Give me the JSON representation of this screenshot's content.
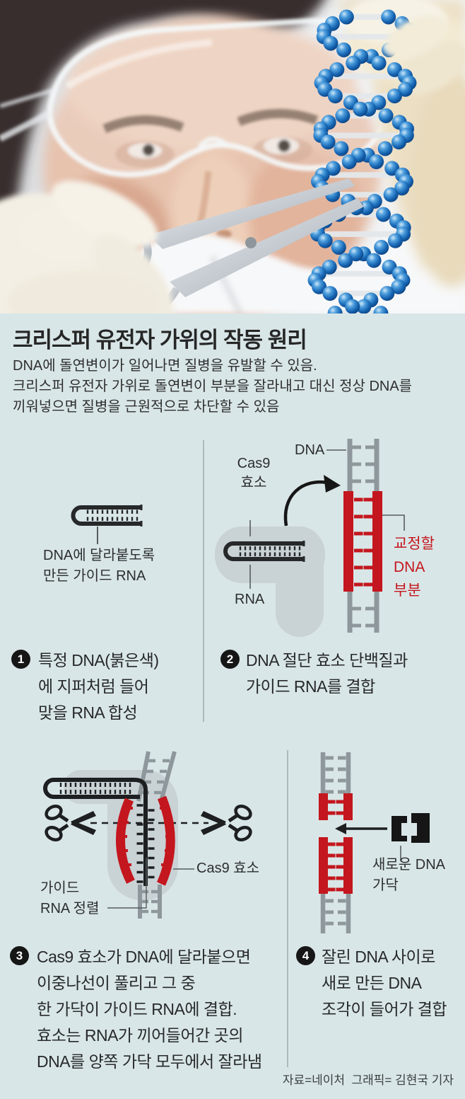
{
  "header": {
    "title": "크리스퍼 유전자 가위의 작동 원리",
    "subtitle": [
      "DNA에 돌연변이가 일어나면 질병을 유발할 수 있음.",
      "크리스퍼 유전자 가위로 돌연변이 부분을 잘라내고 대신 정상 DNA를",
      "끼워넣으면 질병을 근원적으로 차단할 수 있음"
    ]
  },
  "steps": {
    "s1": {
      "num": "1",
      "caption": [
        "DNA에 달라붙도록",
        "만든 가이드 RNA"
      ],
      "lines": [
        "특정 DNA(붉은색)",
        "에 지퍼처럼 들어",
        "맞을 RNA 합성"
      ]
    },
    "s2": {
      "num": "2",
      "dna": "DNA",
      "cas9": [
        "Cas9",
        "효소"
      ],
      "rna": "RNA",
      "target": [
        "교정할",
        "DNA",
        "부분"
      ],
      "lines": [
        "DNA 절단 효소 단백질과",
        "가이드 RNA를 결합"
      ]
    },
    "s3": {
      "num": "3",
      "guide": [
        "가이드",
        "RNA 정렬"
      ],
      "cas9": "Cas9 효소",
      "lines": [
        "Cas9 효소가 DNA에 달라붙으면",
        "이중나선이 풀리고 그 중",
        "한 가닥이 가이드 RNA에 결합.",
        "효소는 RNA가 끼어들어간 곳의",
        "DNA를 양쪽 가닥 모두에서 잘라냄"
      ]
    },
    "s4": {
      "num": "4",
      "new_dna": [
        "새로운 DNA",
        "가닥"
      ],
      "lines": [
        "잘린 DNA 사이로",
        "새로 만든 DNA",
        "조각이 들어가 결합"
      ]
    }
  },
  "footer": {
    "credit": "자료=네이처  그래픽= 김현국 기자"
  },
  "colors": {
    "panel_bg": "#d9e6e7",
    "accent_red": "#c4161e",
    "ladder_gray": "#8e979b",
    "enzyme_gray": "#c9d2d5",
    "ink": "#26282a",
    "bead_blue": "#1766b4"
  }
}
